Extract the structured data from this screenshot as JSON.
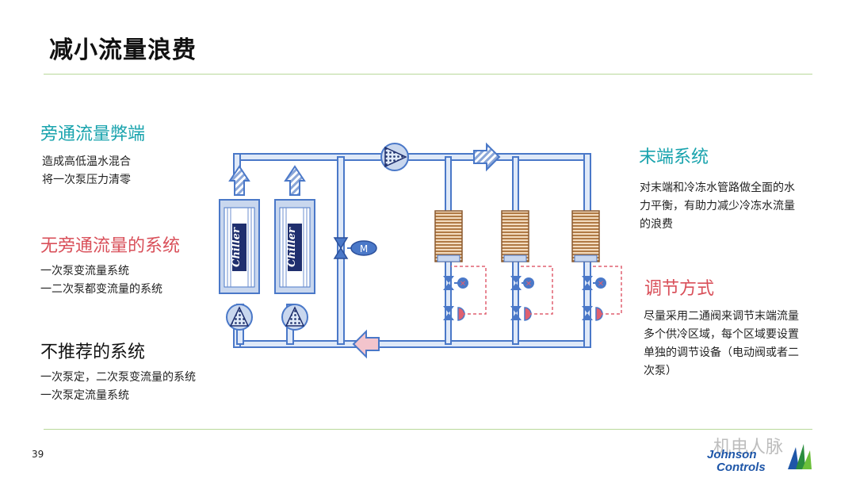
{
  "slide": {
    "title": "减小流量浪费",
    "page_number": "39"
  },
  "left": {
    "bypass": {
      "heading": "旁通流量弊端",
      "lines": [
        "造成高低温水混合",
        "将一次泵压力清零"
      ]
    },
    "no_bypass": {
      "heading": "无旁通流量的系统",
      "lines": [
        "一次泵变流量系统",
        "一二次泵都变流量的系统"
      ]
    },
    "not_recommended": {
      "heading": "不推荐的系统",
      "lines": [
        "一次泵定，二次泵变流量的系统",
        "一次泵定流量系统"
      ]
    }
  },
  "right": {
    "terminal": {
      "heading": "末端系统",
      "lines": [
        "对末端和冷冻水管路做全面的水",
        "力平衡，有助力减少冷冻水流量",
        "的浪费"
      ]
    },
    "regulation": {
      "heading": "调节方式",
      "lines": [
        "尽量采用二通阀来调节末端流量",
        "多个供冷区域，每个区域要设置",
        "单独的调节设备（电动阀或者二",
        "次泵）"
      ]
    }
  },
  "diagram": {
    "chiller_label": "Chiller",
    "motor_label": "M",
    "colors": {
      "pipe": "#4a78c8",
      "pipe_light": "#7fa3e0",
      "accent_red": "#e06070",
      "coil_brown": "#b07a45"
    }
  },
  "branding": {
    "logo_line1": "Johnson",
    "logo_line2": "Controls",
    "watermark": "机电人脉"
  }
}
